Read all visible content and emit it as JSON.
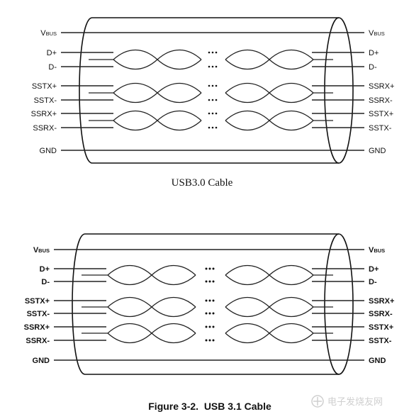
{
  "diagram_a": {
    "caption": "USB3.0 Cable",
    "left_labels": {
      "vbus_main": "V",
      "vbus_sub": "BUS",
      "pins": [
        "D+",
        "D-",
        "SSTX+",
        "SSTX-",
        "SSRX+",
        "SSRX-"
      ],
      "gnd": "GND"
    },
    "right_labels": {
      "vbus_main": "V",
      "vbus_sub": "BUS",
      "pins": [
        "D+",
        "D-",
        "SSRX+",
        "SSRX-",
        "SSTX+",
        "SSTX-"
      ],
      "gnd": "GND"
    }
  },
  "diagram_b": {
    "caption": "Figure 3-2.  USB 3.1 Cable",
    "left_labels": {
      "vbus_main": "V",
      "vbus_sub": "BUS",
      "pins": [
        "D+",
        "D-",
        "SSTX+",
        "SSTX-",
        "SSRX+",
        "SSRX-"
      ],
      "gnd": "GND"
    },
    "right_labels": {
      "vbus_main": "V",
      "vbus_sub": "BUS",
      "pins": [
        "D+",
        "D-",
        "SSRX+",
        "SSRX-",
        "SSTX+",
        "SSTX-"
      ],
      "gnd": "GND"
    }
  },
  "watermark": {
    "text": "电子发烧友网"
  }
}
